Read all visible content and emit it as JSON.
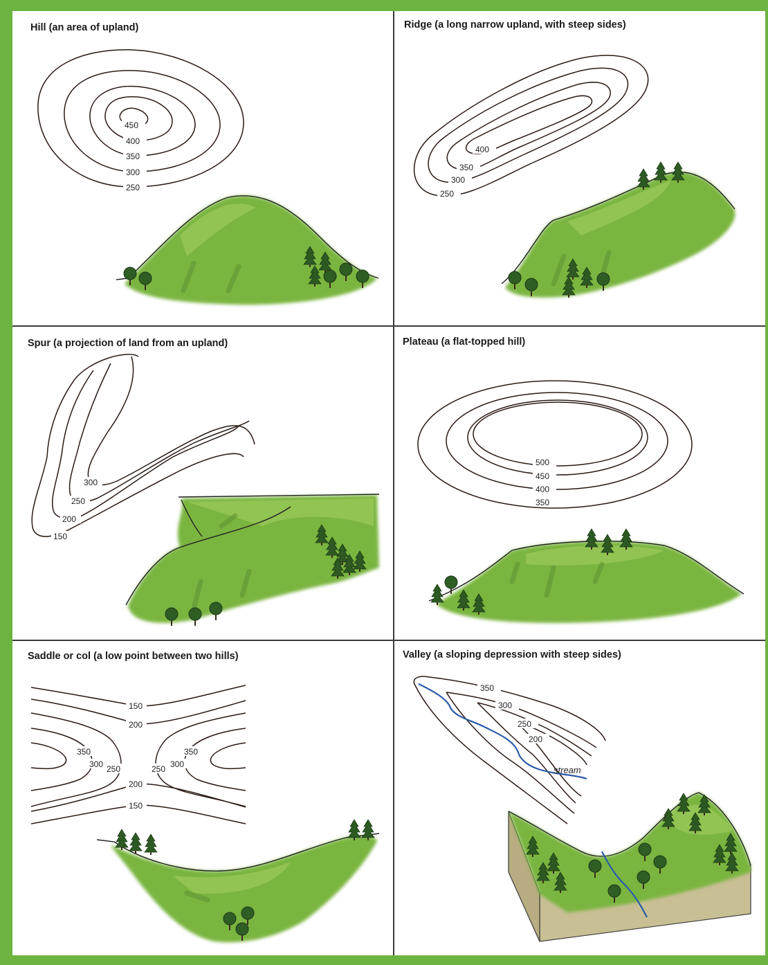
{
  "colors": {
    "border_green": "#6db33f",
    "ground_green": "#7ab540",
    "contour_line": "#2a1a14",
    "tree": "#2f5e24",
    "stream": "#2a5ba8"
  },
  "panels": {
    "hill": {
      "title": "Hill (an area of upland)",
      "contours": [
        "450",
        "400",
        "350",
        "300",
        "250"
      ]
    },
    "ridge": {
      "title": "Ridge (a long narrow upland, with steep sides)",
      "contours": [
        "400",
        "350",
        "300",
        "250"
      ]
    },
    "spur": {
      "title": "Spur (a projection of land from an upland)",
      "contours": [
        "300",
        "250",
        "200",
        "150"
      ]
    },
    "plateau": {
      "title": "Plateau (a flat-topped hill)",
      "contours": [
        "500",
        "450",
        "400",
        "350"
      ]
    },
    "saddle": {
      "title": "Saddle or col (a low point between two hills)",
      "contours": [
        "150",
        "200",
        "350",
        "300",
        "250",
        "250",
        "300",
        "350",
        "200",
        "150"
      ]
    },
    "valley": {
      "title": "Valley (a sloping depression with steep sides)",
      "contours": [
        "350",
        "300",
        "250",
        "200"
      ],
      "stream_label": "stream"
    }
  }
}
